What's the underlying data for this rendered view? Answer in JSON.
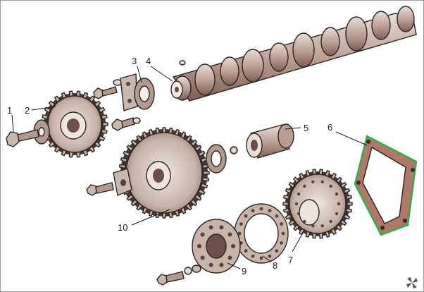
{
  "labels": [
    {
      "id": "1",
      "text": "1"
    },
    {
      "id": "2",
      "text": "2"
    },
    {
      "id": "3",
      "text": "3"
    },
    {
      "id": "4",
      "text": "4"
    },
    {
      "id": "5",
      "text": "5"
    },
    {
      "id": "6",
      "text": "6"
    },
    {
      "id": "7",
      "text": "7"
    },
    {
      "id": "8",
      "text": "8"
    },
    {
      "id": "9",
      "text": "9"
    },
    {
      "id": "10",
      "text": "10"
    }
  ],
  "colors": {
    "ink": "#2a2620",
    "metal": "#c8b8ad",
    "metal_dark": "#7b5f57",
    "gasket_green": "#2bb24a",
    "background": "#ffffff"
  },
  "icons": {
    "watermark": "pinwheel-icon"
  }
}
